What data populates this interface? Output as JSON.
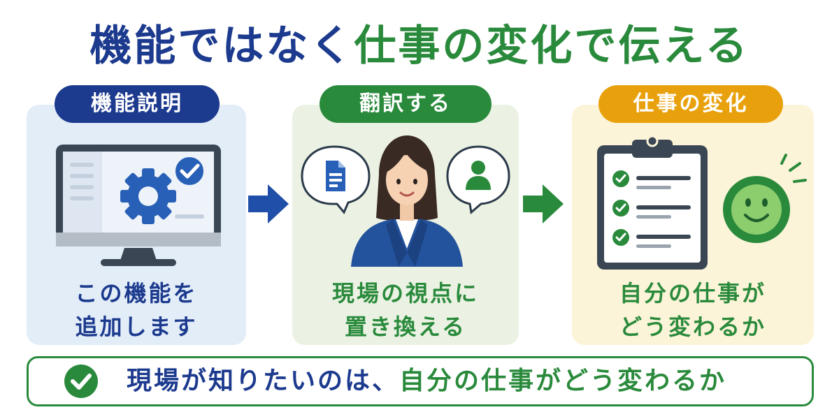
{
  "title": {
    "part1": "機能ではなく",
    "part2": "仕事の変化で伝える"
  },
  "steps": [
    {
      "label": "機能説明",
      "caption_line1": "この機能を",
      "caption_line2": "追加します"
    },
    {
      "label": "翻訳する",
      "caption_line1": "現場の視点に",
      "caption_line2": "置き換える"
    },
    {
      "label": "仕事の変化",
      "caption_line1": "自分の仕事が",
      "caption_line2": "どう変わるか"
    }
  ],
  "banner": {
    "part1": "現場が知りたいのは、",
    "part2": "自分の仕事がどう変わるか"
  },
  "colors": {
    "navy": "#1c3a8e",
    "green": "#2a8a3c",
    "amber": "#e8a10d"
  }
}
